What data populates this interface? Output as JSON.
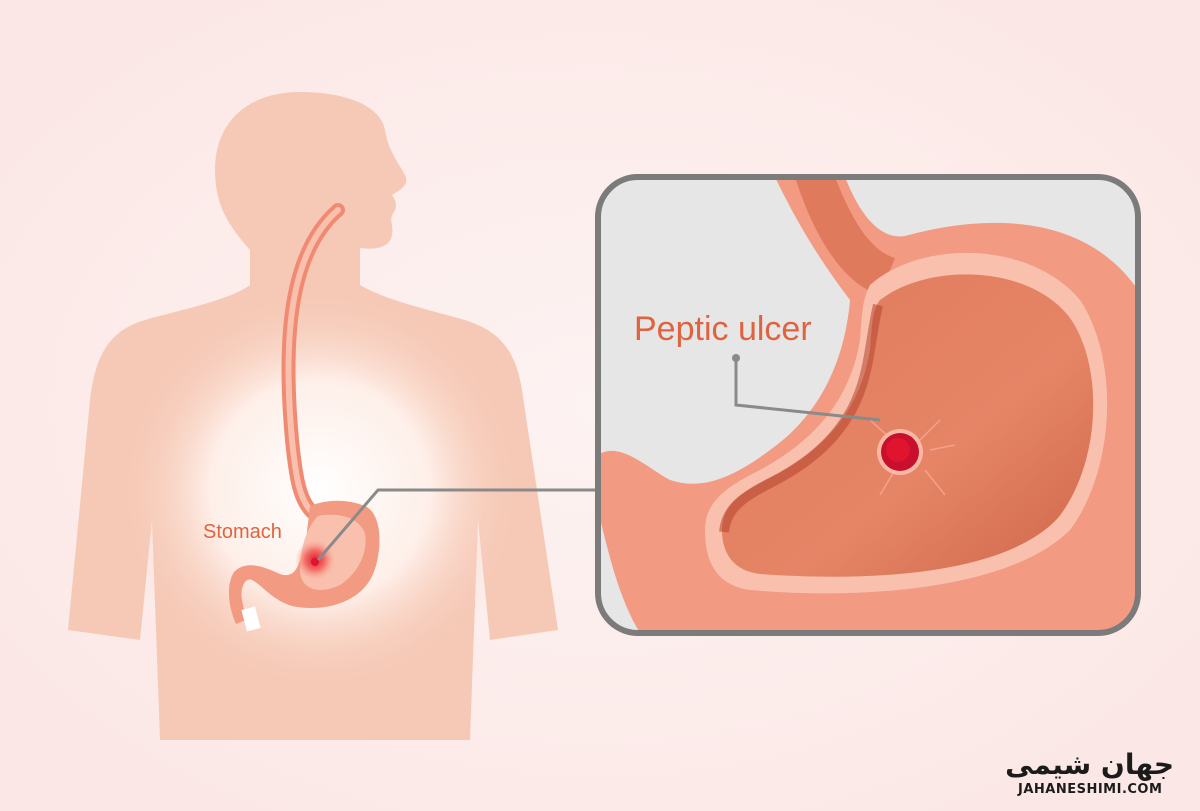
{
  "labels": {
    "stomach": "Stomach",
    "peptic_ulcer": "Peptic ulcer"
  },
  "logo": {
    "arabic": "جهان شیمی",
    "latin": "JAHANESHIMI.COM"
  },
  "colors": {
    "background": "#fbeceb",
    "body_silhouette": "#f6c9b6",
    "label": "#e0633f",
    "frame_border": "#7b7b7b",
    "frame_fill": "#e6e6e6",
    "stomach_outer": "#f29a82",
    "stomach_inner": "#e07a5c",
    "ulcer": "#c8102e"
  }
}
